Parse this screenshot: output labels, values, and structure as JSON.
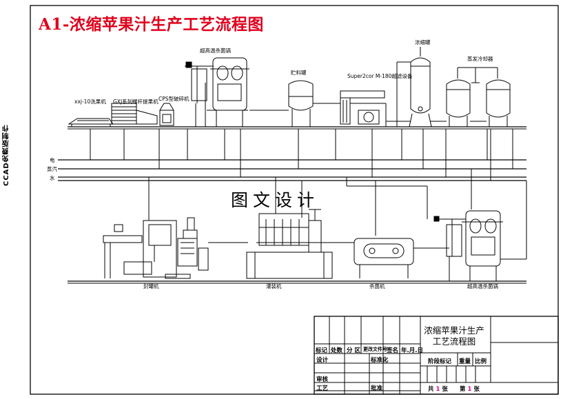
{
  "title": "A1-浓缩苹果汁生产工艺流程图",
  "watermark": "图文设计",
  "side_brand": "CCAD免费版制作",
  "pipe_labels": [
    "电",
    "蒸汽",
    "水"
  ],
  "equipment": {
    "washer": "xxj-10洗果机",
    "elevator": "GXJ系列螺杆提果机",
    "crusher": "CPS型破碎机",
    "sterilizer_top": "超高温杀菌锅",
    "tank_small": "贮料罐",
    "ultrafilter": "Super2cor M-180超滤设备",
    "evap_tank": "浓缩罐",
    "evaporator": "蒸发冷却器",
    "sealer": "封罐机",
    "filler": "灌装机",
    "sterilizer_tunnel": "杀菌机",
    "sterilizer_bottom": "超高温杀菌锅"
  },
  "title_block": {
    "drawing_name": "浓缩苹果汁生产工艺流程图",
    "header_cells": [
      "标记",
      "处数",
      "分 区",
      "更改文件号",
      "签名",
      "年.月.日"
    ],
    "row_design": [
      "设计",
      "标准化"
    ],
    "row_review": "审核",
    "row_process": [
      "工艺",
      "批准"
    ],
    "stage_labels": [
      "阶段标记",
      "重量",
      "比例"
    ],
    "sheet_total_prefix": "共",
    "sheet_total": "1",
    "sheet_total_suffix": "张",
    "sheet_no_prefix": "第",
    "sheet_no": "1",
    "sheet_no_suffix": "张"
  },
  "colors": {
    "title_red": "#e0001c",
    "sheet_magenta": "#d6008a",
    "line": "#000000"
  }
}
